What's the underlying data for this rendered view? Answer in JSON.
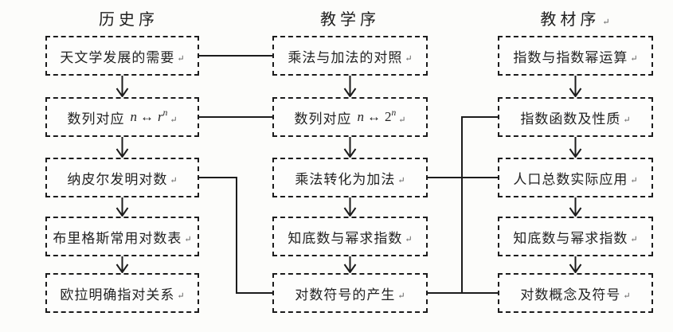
{
  "page": {
    "background": "#fcfcfa",
    "line_color": "#1c1c1c",
    "text_color": "#222222",
    "paragraph_mark_color": "#5a5a5a"
  },
  "pmark": "↵",
  "columns": [
    {
      "header": "历史序",
      "header_mark": "",
      "boxes": [
        {
          "text": "天文学发展的需要"
        },
        {
          "text": "数列对应",
          "math": {
            "lhs": "n",
            "rel": "↔",
            "base": "r",
            "sup": "n"
          }
        },
        {
          "text": "纳皮尔发明对数"
        },
        {
          "text": "布里格斯常用对数表"
        },
        {
          "text": "欧拉明确指对关系"
        }
      ]
    },
    {
      "header": "教学序",
      "header_mark": "",
      "boxes": [
        {
          "text": "乘法与加法的对照"
        },
        {
          "text": "数列对应",
          "math": {
            "lhs": "n",
            "rel": "↔",
            "base": "2",
            "sup": "n"
          }
        },
        {
          "text": "乘法转化为加法"
        },
        {
          "text": "知底数与幂求指数"
        },
        {
          "text": "对数符号的产生"
        }
      ]
    },
    {
      "header": "教材序",
      "header_mark": "↵",
      "boxes": [
        {
          "text": "指数与指数幂运算"
        },
        {
          "text": "指数函数及性质"
        },
        {
          "text": "人口总数实际应用"
        },
        {
          "text": "知底数与幂求指数"
        },
        {
          "text": "对数概念及符号"
        }
      ]
    }
  ],
  "edges": [
    {
      "from": "history-box-1",
      "to": "teaching-box-1",
      "type": "horizontal"
    },
    {
      "from": "history-box-2",
      "to": "teaching-box-2",
      "type": "horizontal"
    },
    {
      "from": "history-box-3",
      "to": "teaching-box-5",
      "type": "elbow"
    },
    {
      "from": "teaching-box-3",
      "to": "textbook-box-3",
      "type": "horizontal"
    },
    {
      "from": "teaching-box-5",
      "to": "textbook-box-5",
      "type": "horizontal"
    },
    {
      "from": "teaching-box-5",
      "to": "textbook-box-2",
      "type": "elbow"
    },
    {
      "within_columns": "box1 → box2 → box3 → box4 → box5 (downward arrows in each column)"
    }
  ]
}
